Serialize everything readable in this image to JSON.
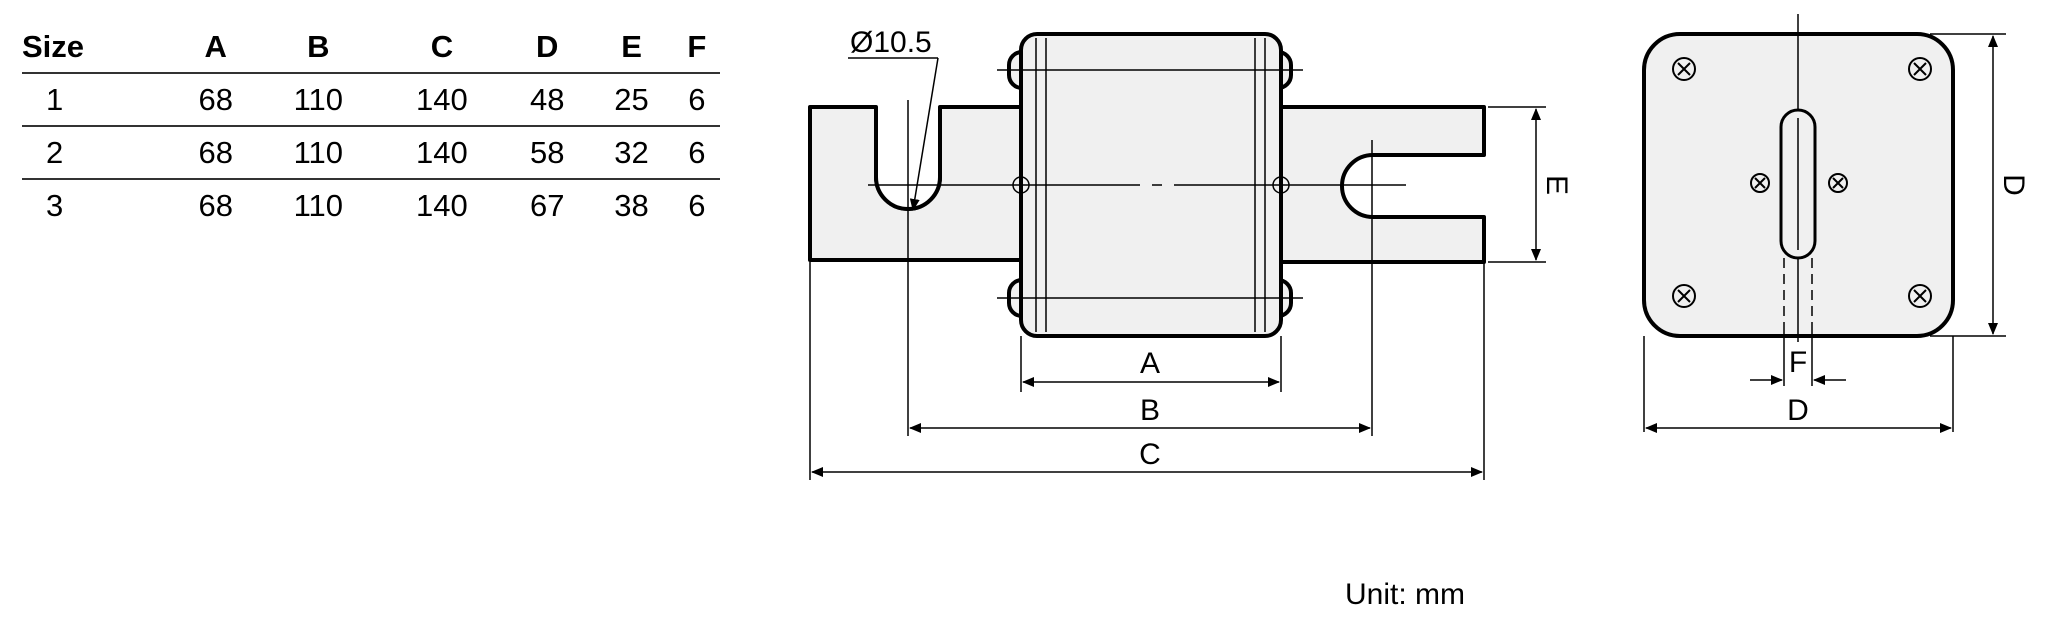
{
  "table": {
    "headers": [
      "Size",
      "A",
      "B",
      "C",
      "D",
      "E",
      "F"
    ],
    "rows": [
      [
        "1",
        "68",
        "110",
        "140",
        "48",
        "25",
        "6"
      ],
      [
        "2",
        "68",
        "110",
        "140",
        "58",
        "32",
        "6"
      ],
      [
        "3",
        "68",
        "110",
        "140",
        "67",
        "38",
        "6"
      ]
    ]
  },
  "drawing": {
    "hole_label": "Ø10.5",
    "dim_a": "A",
    "dim_b": "B",
    "dim_c": "C",
    "dim_e": "E",
    "dim_d_side": "D",
    "dim_d_bottom": "D",
    "dim_f": "F"
  },
  "unit_note": "Unit: mm",
  "colors": {
    "body_fill": "#f0f0f0",
    "outline": "#000000"
  }
}
